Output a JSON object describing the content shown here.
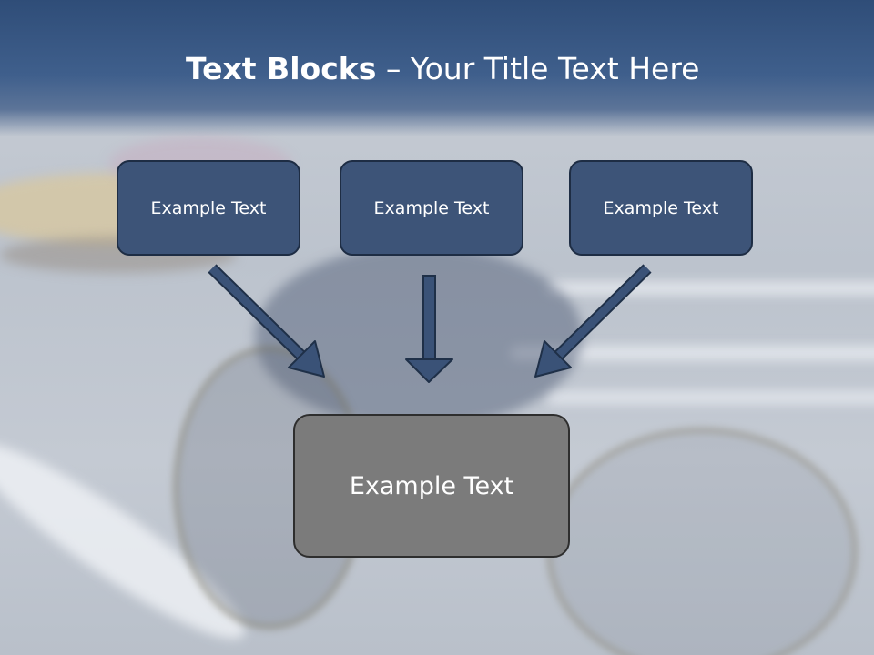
{
  "title": {
    "bold": "Text Blocks",
    "separator": " – ",
    "rest": "Your Title Text Here"
  },
  "blocks": [
    {
      "label": "Example Text"
    },
    {
      "label": "Example Text"
    },
    {
      "label": "Example Text"
    }
  ],
  "main_block": {
    "label": "Example Text"
  },
  "colors": {
    "header": "#3f5f8c",
    "block_fill": "#3d5478",
    "block_border": "#1e2d44",
    "main_fill": "#7b7b7b",
    "arrow": "#3a5277"
  }
}
